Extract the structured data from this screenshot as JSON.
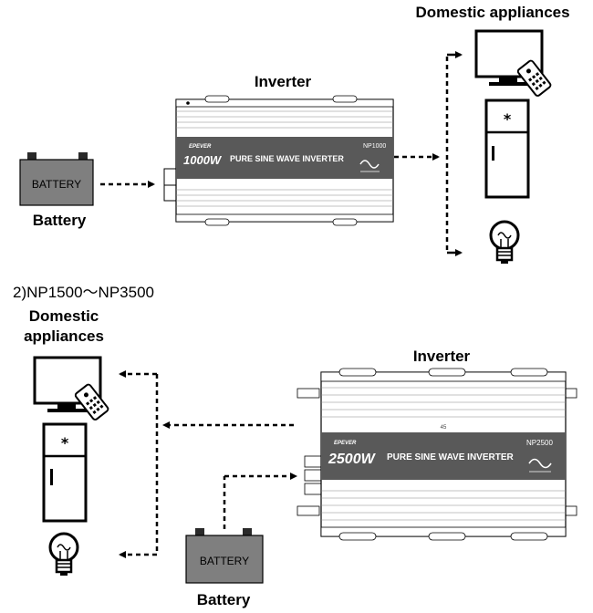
{
  "top": {
    "appliances_label": "Domestic appliances",
    "inverter_label": "Inverter",
    "battery_label": "Battery",
    "battery_text": "BATTERY",
    "inverter": {
      "brand": "EPEVER",
      "power": "1000W",
      "title": "PURE SINE WAVE INVERTER",
      "model": "NP1000"
    }
  },
  "bottom": {
    "section_title": "2)NP1500～NP3500",
    "appliances_label_line1": "Domestic",
    "appliances_label_line2": "appliances",
    "inverter_label": "Inverter",
    "battery_label": "Battery",
    "battery_text": "BATTERY",
    "inverter": {
      "brand": "EPEVER",
      "power": "2500W",
      "title": "PURE SINE WAVE INVERTER",
      "model": "NP2500",
      "ruler": "45"
    }
  },
  "colors": {
    "panel": "#595959",
    "battery_fill": "#7f7f7f",
    "terminal": "#2a2a2a",
    "line": "#000000"
  },
  "icons": [
    "tv-remote-icon",
    "refrigerator-icon",
    "light-bulb-icon",
    "battery-icon",
    "inverter-icon",
    "sine-wave-icon"
  ]
}
